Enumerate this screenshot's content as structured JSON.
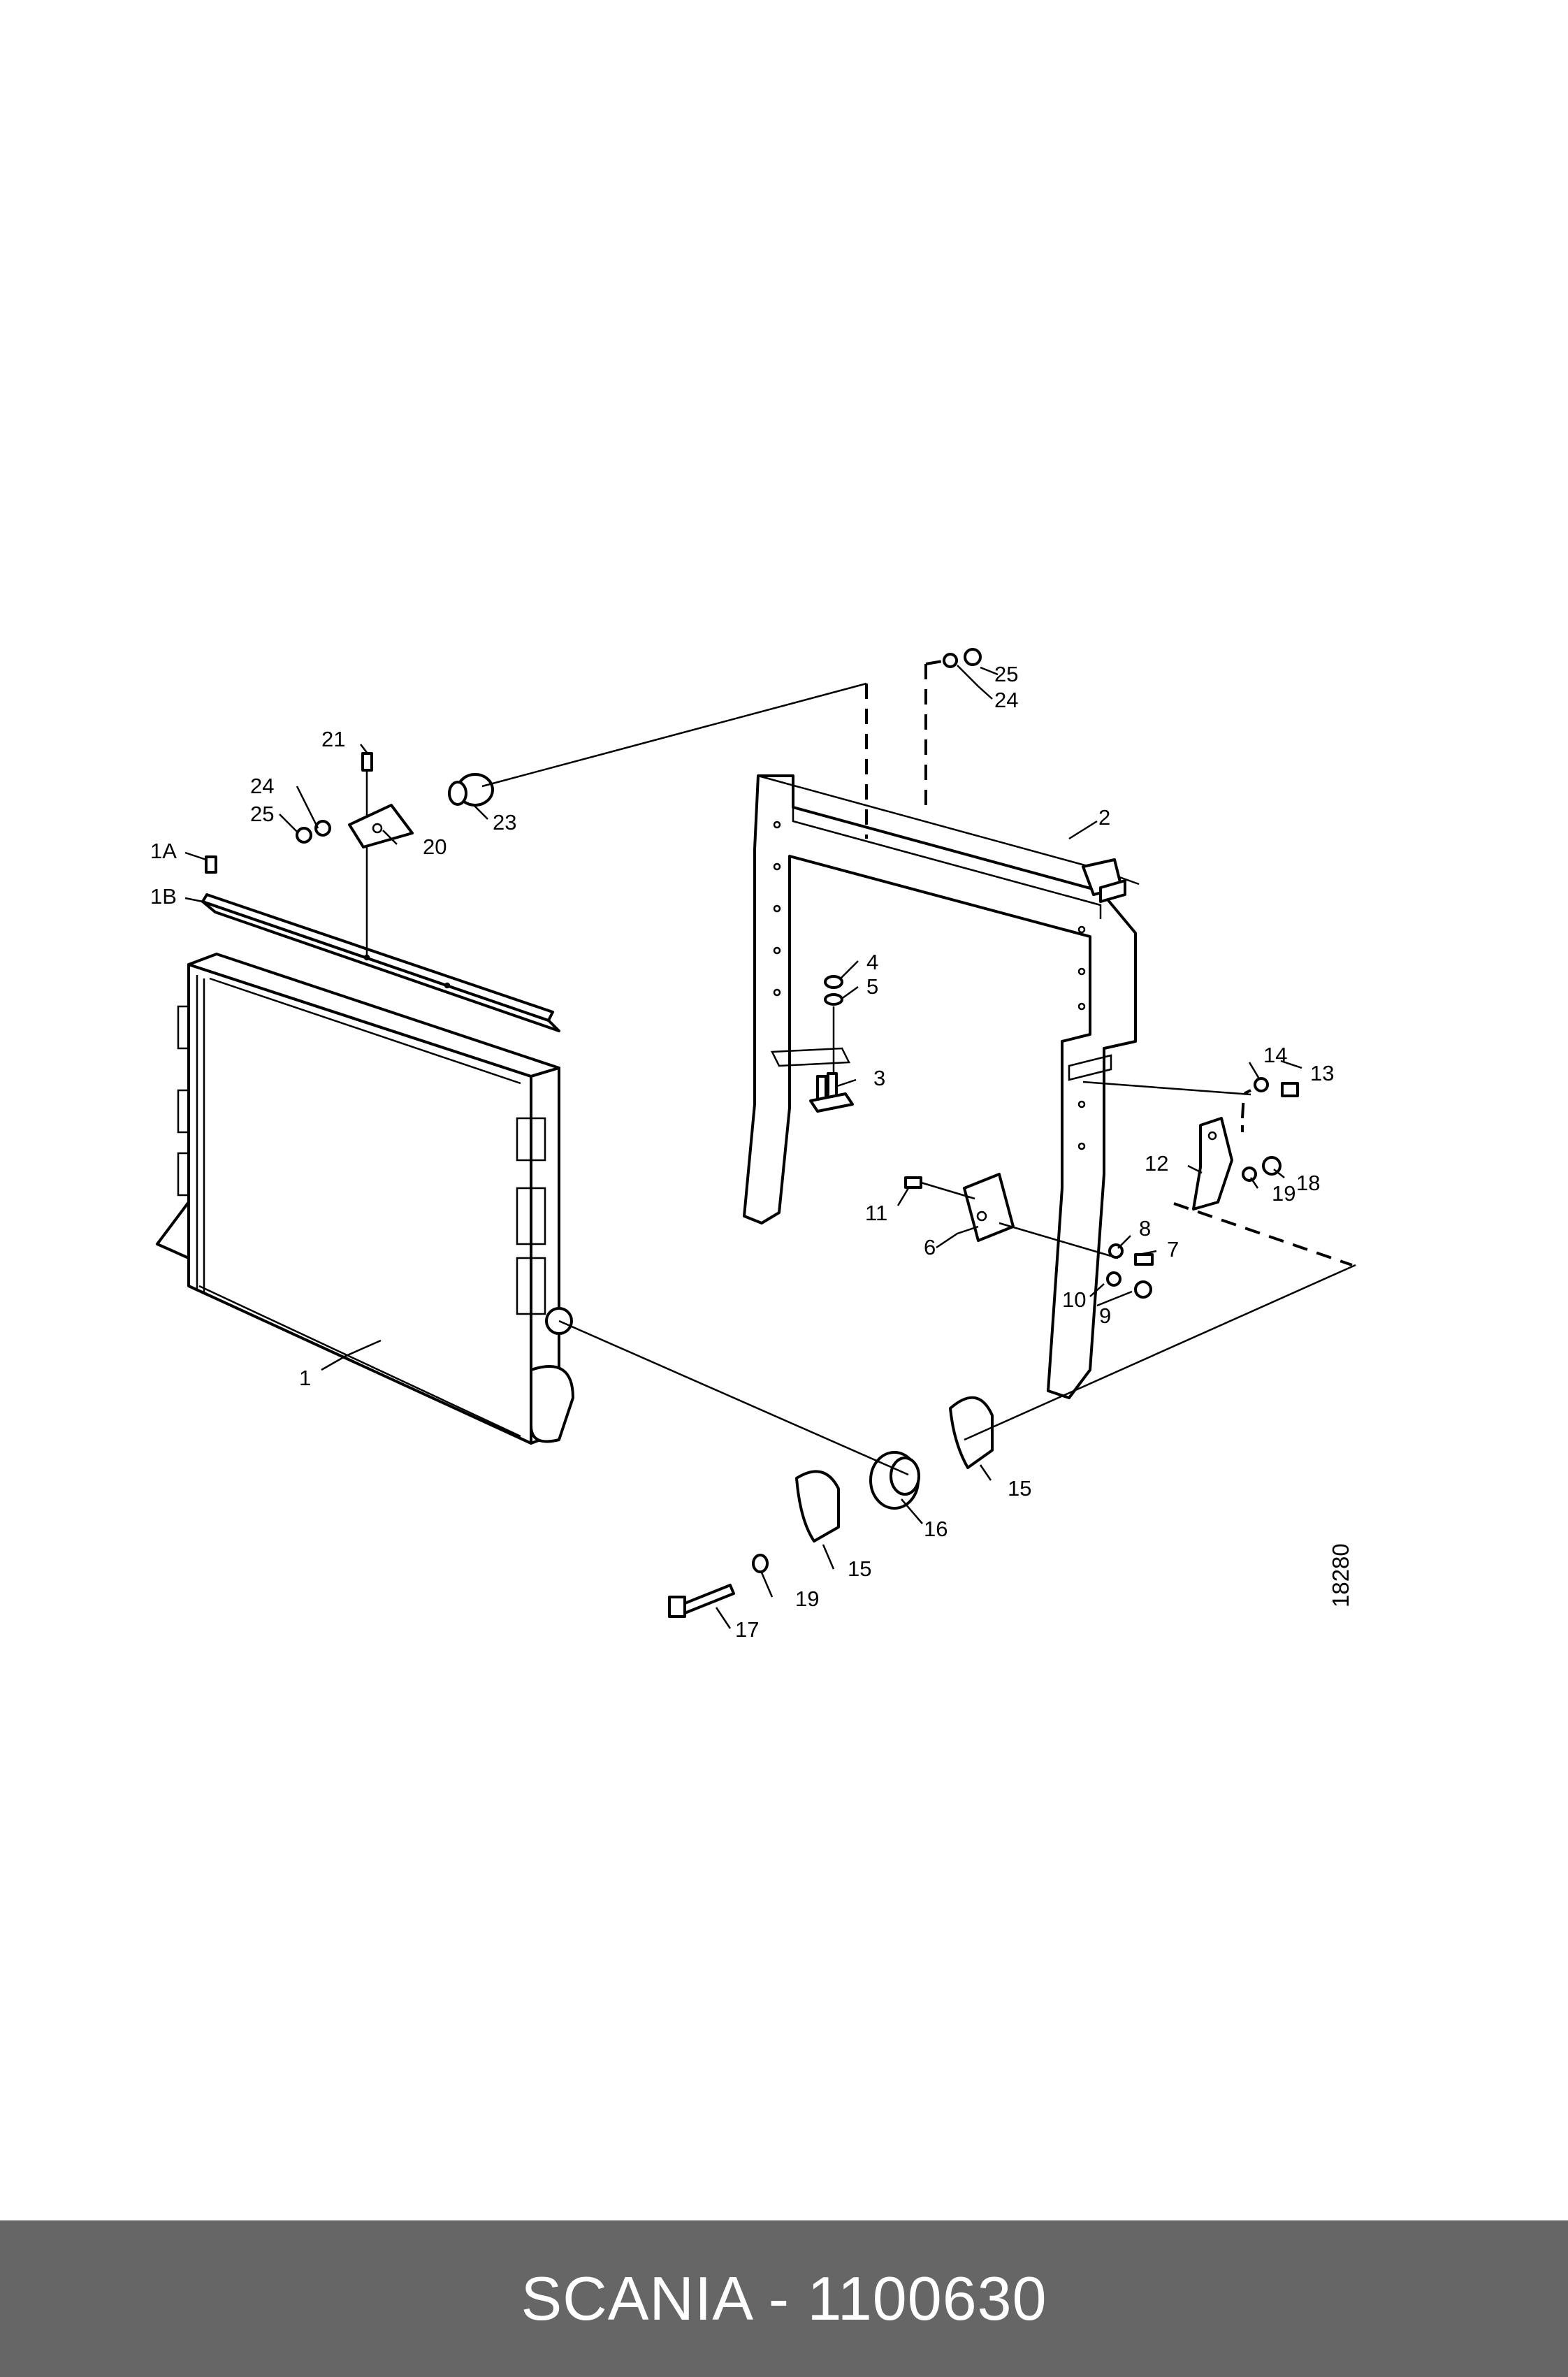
{
  "diagram": {
    "drawing_number": "18280",
    "callouts": {
      "c1": "1",
      "c1A": "1A",
      "c1B": "1B",
      "c2": "2",
      "c3": "3",
      "c4": "4",
      "c5": "5",
      "c6": "6",
      "c7": "7",
      "c8": "8",
      "c9": "9",
      "c10": "10",
      "c11": "11",
      "c12": "12",
      "c13": "13",
      "c14": "14",
      "c15a": "15",
      "c15b": "15",
      "c16": "16",
      "c17": "17",
      "c18": "18",
      "c19a": "19",
      "c19b": "19",
      "c20": "20",
      "c21": "21",
      "c23": "23",
      "c24a": "24",
      "c24b": "24",
      "c25a": "25",
      "c25b": "25"
    }
  },
  "footer": {
    "title": "SCANIA - 1100630",
    "background": "#666666",
    "text_color": "#ffffff"
  }
}
